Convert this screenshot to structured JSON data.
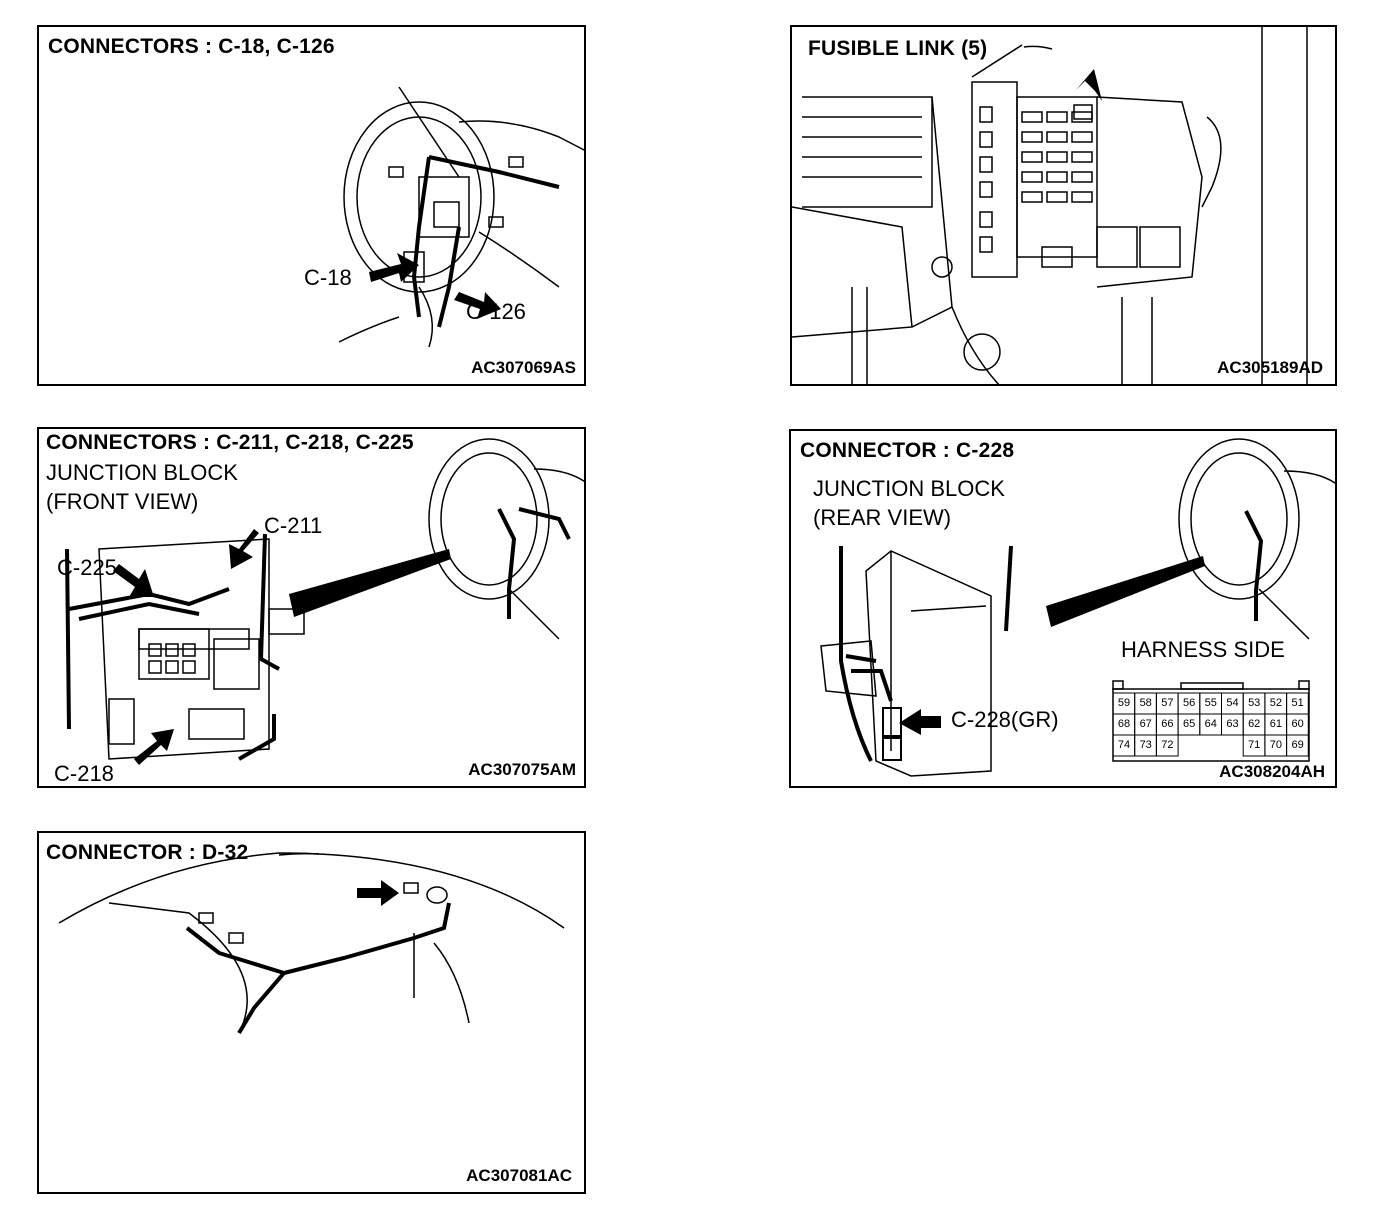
{
  "panels": {
    "p1": {
      "title": "CONNECTORS : C-18, C-126",
      "labels": [
        "C-18",
        "C-126"
      ],
      "code": "AC307069AS"
    },
    "p2": {
      "title": "FUSIBLE LINK (5)",
      "code": "AC305189AD"
    },
    "p3": {
      "title": "CONNECTORS : C-211, C-218, C-225",
      "subtitle_1": "JUNCTION BLOCK",
      "subtitle_2": "(FRONT VIEW)",
      "labels": [
        "C-211",
        "C-225",
        "C-218"
      ],
      "code": "AC307075AM"
    },
    "p4": {
      "title": "CONNECTOR : C-228",
      "subtitle_1": "JUNCTION BLOCK",
      "subtitle_2": "(REAR VIEW)",
      "labels": [
        "C-228(GR)"
      ],
      "harness_side": "HARNESS SIDE",
      "pins_row1": [
        "59",
        "58",
        "57",
        "56",
        "55",
        "54",
        "53",
        "52",
        "51"
      ],
      "pins_row2": [
        "68",
        "67",
        "66",
        "65",
        "64",
        "63",
        "62",
        "61",
        "60"
      ],
      "pins_row3": [
        "74",
        "73",
        "72",
        "71",
        "70",
        "69"
      ],
      "code": "AC308204AH"
    },
    "p5": {
      "title": "CONNECTOR : D-32",
      "code": "AC307081AC"
    }
  },
  "colors": {
    "line": "#000000",
    "background": "#ffffff"
  }
}
